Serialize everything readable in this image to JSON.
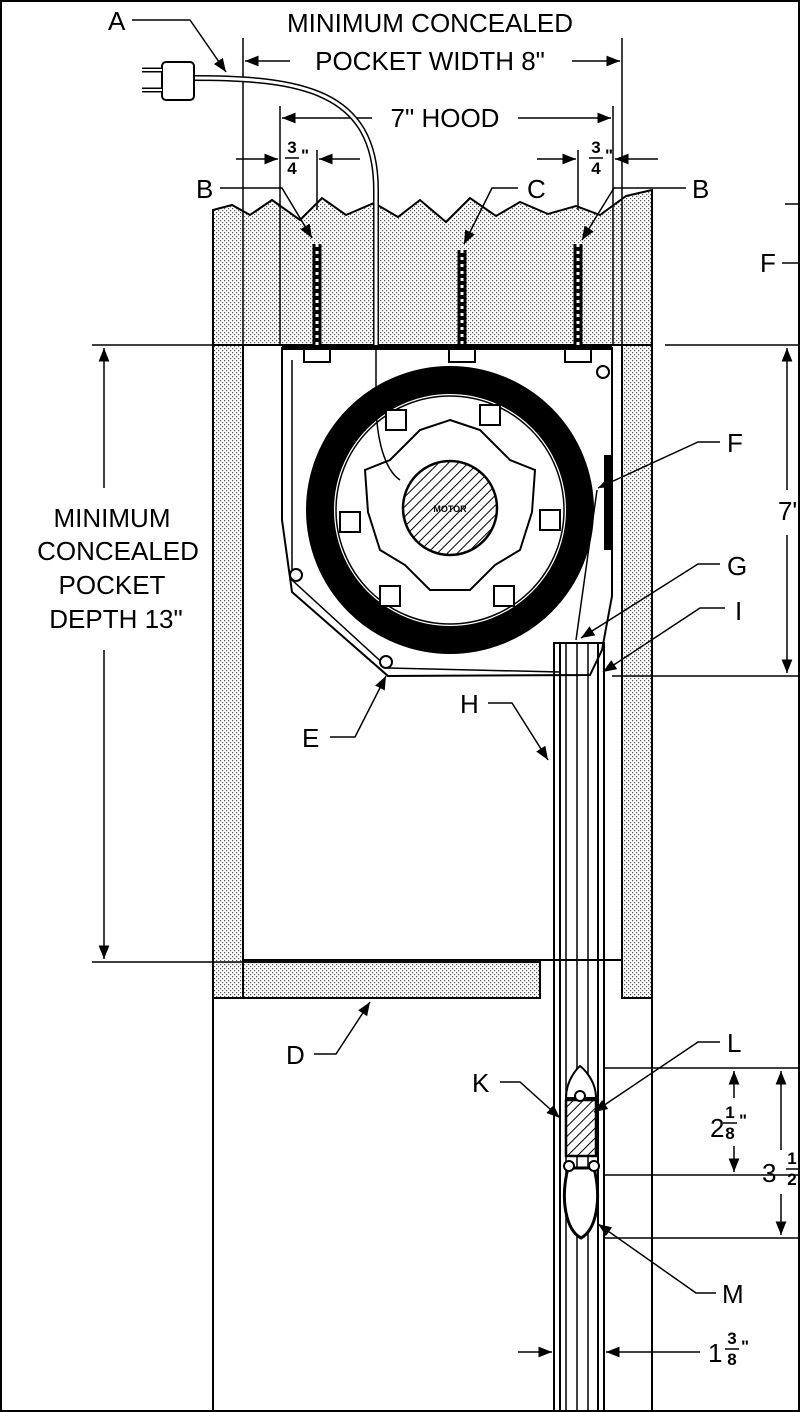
{
  "labels": {
    "A": "A",
    "B": "B",
    "C": "C",
    "D": "D",
    "E": "E",
    "F": "F",
    "G": "G",
    "H": "H",
    "I": "I",
    "K": "K",
    "L": "L",
    "M": "M"
  },
  "dims": {
    "pocket_width_line1": "MINIMUM CONCEALED",
    "pocket_width_line2": "POCKET WIDTH 8\"",
    "hood": "7\" HOOD",
    "three_quarter_num": "3",
    "three_quarter_den": "4",
    "inch_mark": "\"",
    "pocket_depth_line1": "MINIMUM",
    "pocket_depth_line2": "CONCEALED",
    "pocket_depth_line3": "POCKET",
    "pocket_depth_line4": "DEPTH 13\"",
    "seven_in": "7\"",
    "motor": "MOTOR",
    "two_eighth_whole": "2",
    "two_eighth_num": "1",
    "two_eighth_den": "8",
    "three_half_whole": "3",
    "three_half_num": "1",
    "three_half_den": "2",
    "one_38_whole": "1",
    "one_38_num": "3",
    "one_38_den": "8"
  }
}
